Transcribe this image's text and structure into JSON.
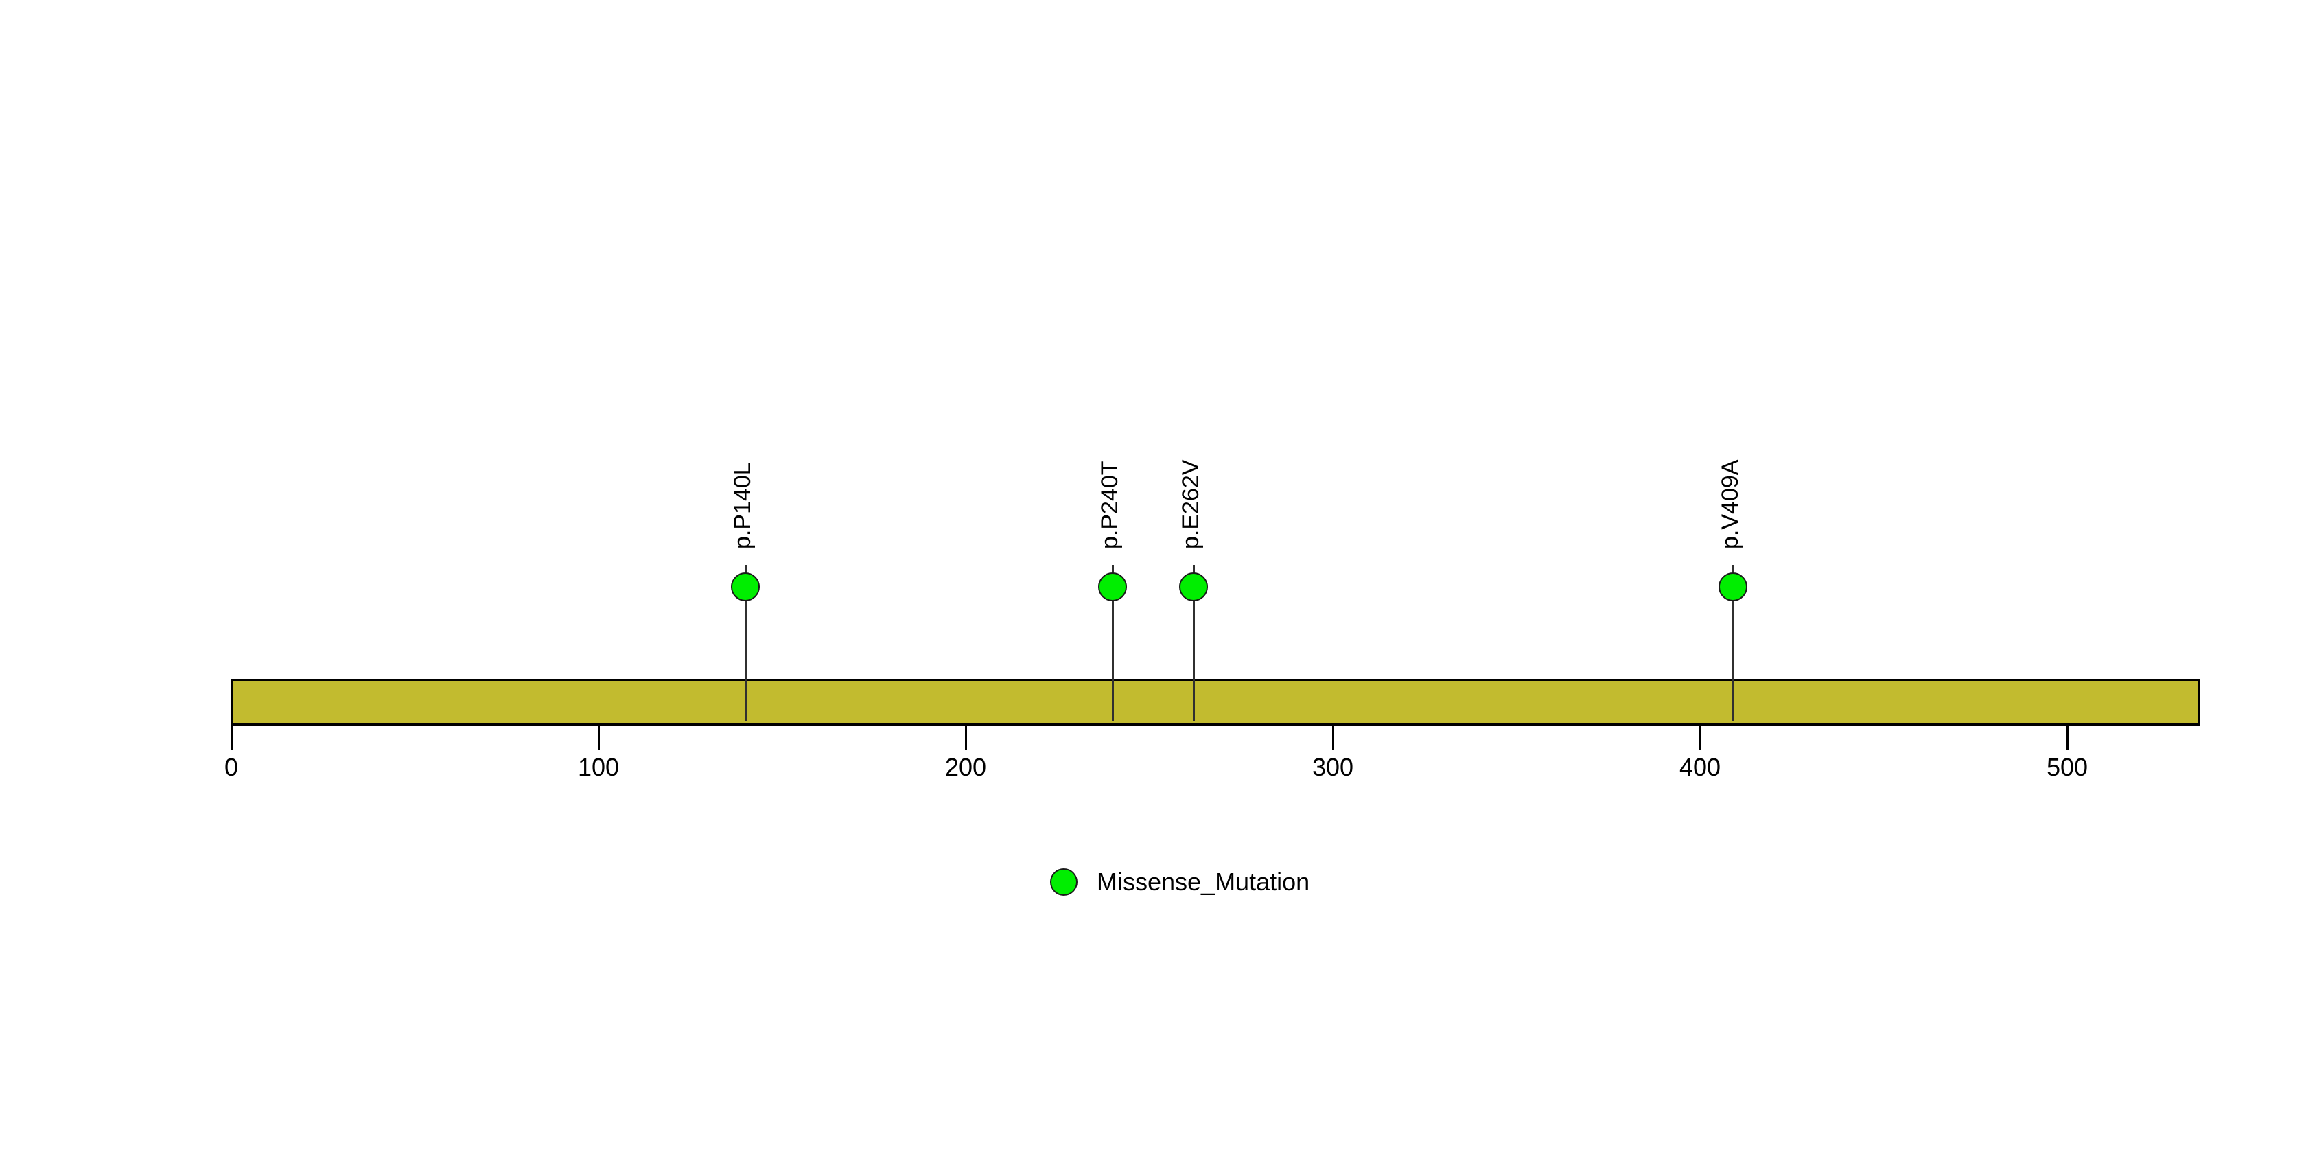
{
  "chart_data": {
    "type": "lollipop",
    "title": "",
    "subtitle": "",
    "xlabel": "",
    "ylabel": "",
    "xlim": [
      0,
      536
    ],
    "grid": false,
    "legend_position": "bottom-center",
    "protein": {
      "length": 536,
      "start": 0,
      "end": 536,
      "fill_color": "#c2bb2f",
      "border_color": "#000000"
    },
    "axis": {
      "ticks": [
        0,
        100,
        200,
        300,
        400,
        500
      ],
      "tick_labels": [
        "0",
        "100",
        "200",
        "300",
        "400",
        "500"
      ]
    },
    "mutations": [
      {
        "label": "p.P140L",
        "position": 140,
        "count": 1,
        "class": "Missense_Mutation",
        "color": "#00ee00"
      },
      {
        "label": "p.P240T",
        "position": 240,
        "count": 1,
        "class": "Missense_Mutation",
        "color": "#00ee00"
      },
      {
        "label": "p.E262V",
        "position": 262,
        "count": 1,
        "class": "Missense_Mutation",
        "color": "#00ee00"
      },
      {
        "label": "p.V409A",
        "position": 409,
        "count": 1,
        "class": "Missense_Mutation",
        "color": "#00ee00"
      }
    ],
    "legend": [
      {
        "label": "Missense_Mutation",
        "color": "#00ee00"
      }
    ]
  },
  "colors": {
    "mutation_green": "#00ee00",
    "protein_olive": "#c2bb2f",
    "outline_black": "#000000",
    "stem_gray": "#303030",
    "background": "#ffffff"
  }
}
